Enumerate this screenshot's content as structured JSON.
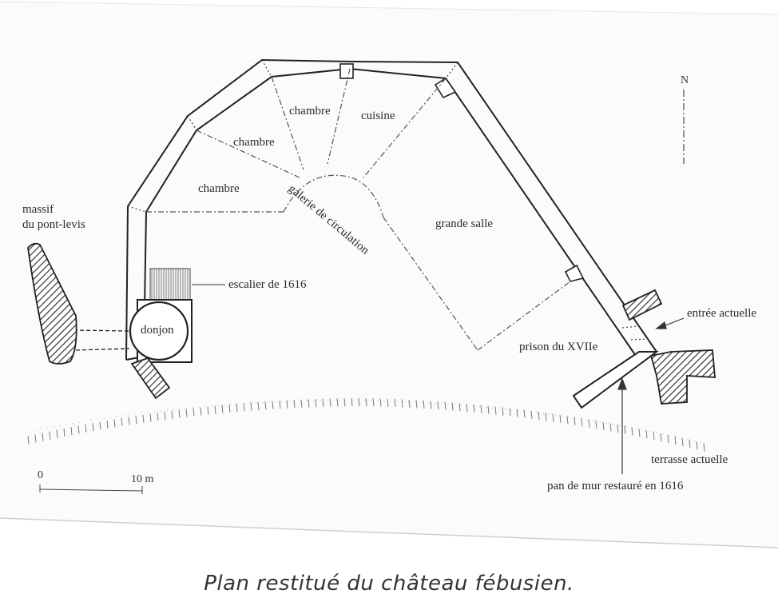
{
  "north": "N",
  "labels": {
    "massif": "massif",
    "pont_levis": "du pont-levis",
    "chambre_1": "chambre",
    "chambre_2": "chambre",
    "chambre_3": "chambre",
    "cuisine": "cuisine",
    "galerie": "galerie de circulation",
    "grande_salle": "grande salle",
    "escalier": "escalier de 1616",
    "donjon": "donjon",
    "prison": "prison du XVIIe",
    "entree": "entrée actuelle",
    "terrasse": "terrasse actuelle",
    "pan_de_mur": "pan de mur restauré en 1616"
  },
  "scale": {
    "zero": "0",
    "ten": "10 m"
  },
  "caption": "Plan restitué du château fébusien."
}
